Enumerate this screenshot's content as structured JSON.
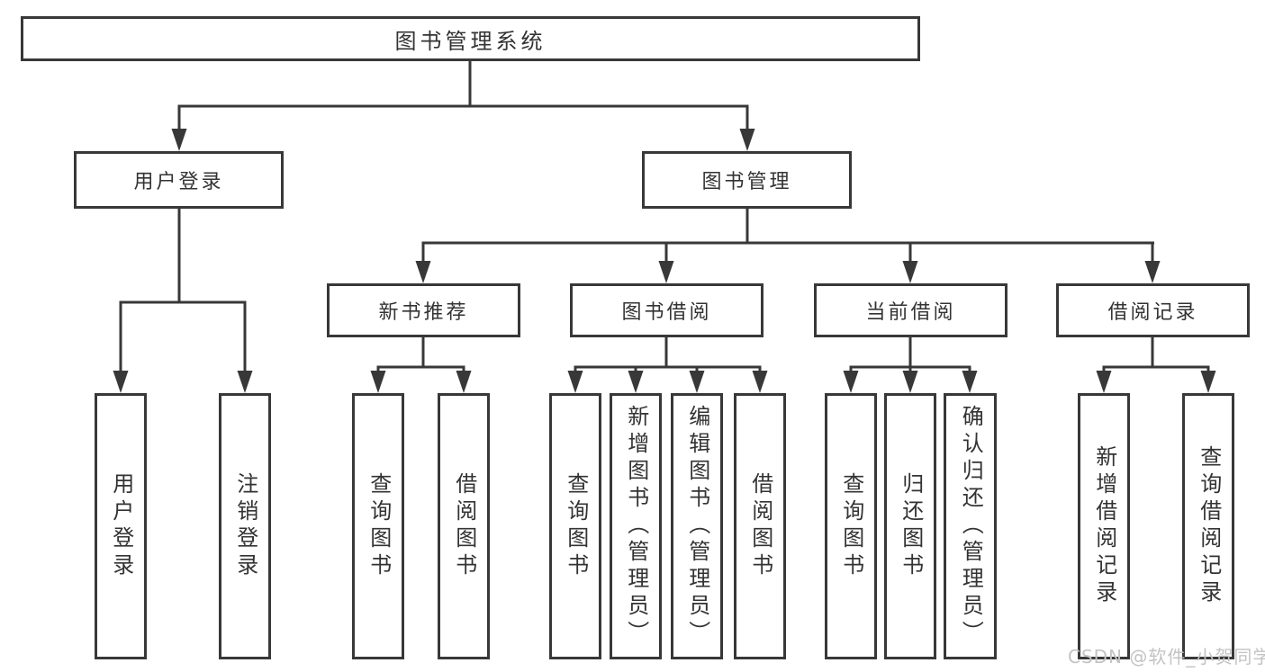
{
  "tree": {
    "root": "图书管理系统",
    "branches": [
      {
        "label": "用户登录",
        "leaves": [
          "用户登录",
          "注销登录"
        ]
      },
      {
        "label": "图书管理",
        "groups": [
          {
            "label": "新书推荐",
            "leaves": [
              "查询图书",
              "借阅图书"
            ]
          },
          {
            "label": "图书借阅",
            "leaves": [
              "查询图书",
              "新增图书（管理员）",
              "编辑图书（管理员）",
              "借阅图书"
            ]
          },
          {
            "label": "当前借阅",
            "leaves": [
              "查询图书",
              "归还图书",
              "确认归还（管理员）"
            ]
          },
          {
            "label": "借阅记录",
            "leaves": [
              "新增借阅记录",
              "查询借阅记录"
            ]
          }
        ]
      }
    ]
  },
  "colors": {
    "line": "#383838",
    "text": "#333333",
    "background": "#ffffff",
    "watermark": "#c3c3c3"
  },
  "watermark": {
    "text": "CSDN @软件_小贺同学"
  }
}
